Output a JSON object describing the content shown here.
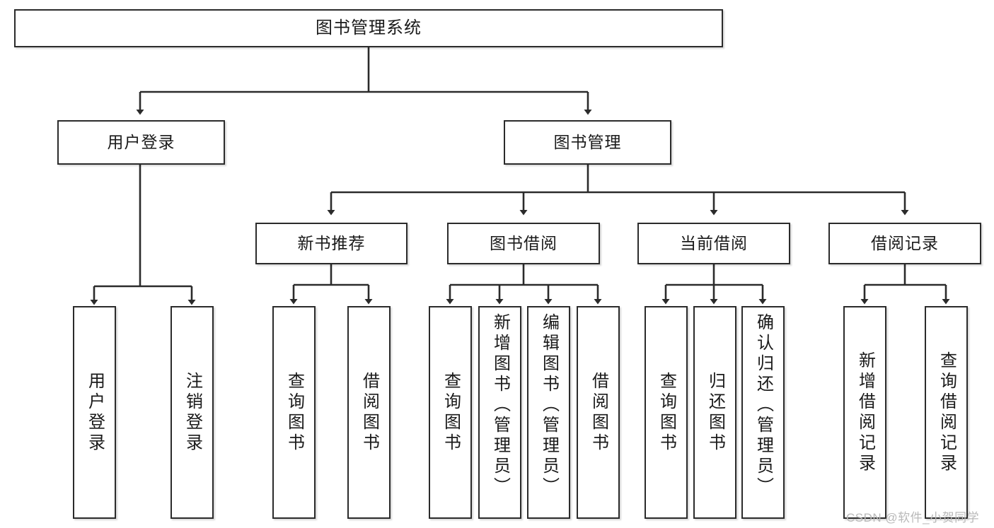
{
  "diagram": {
    "title": "图书管理系统",
    "type": "tree-hierarchy-diagram",
    "colors": {
      "box_border": "#2b2b2b",
      "box_fill": "#ffffff",
      "line": "#2b2b2b",
      "text": "#1a1a1a",
      "watermark": "#b9b9b9"
    },
    "nodes": {
      "root": {
        "label": "图书管理系统"
      },
      "level2": [
        {
          "id": "user-login",
          "label": "用户登录"
        },
        {
          "id": "book-management",
          "label": "图书管理"
        }
      ],
      "level3": [
        {
          "id": "new-book-recommend",
          "label": "新书推荐"
        },
        {
          "id": "book-borrow",
          "label": "图书借阅"
        },
        {
          "id": "current-borrow",
          "label": "当前借阅"
        },
        {
          "id": "borrow-record",
          "label": "借阅记录"
        }
      ],
      "leaves": {
        "user-login": [
          {
            "id": "leaf-user-login",
            "label": "用户登录"
          },
          {
            "id": "leaf-logout-login",
            "label": "注销登录"
          }
        ],
        "new-book-recommend": [
          {
            "id": "leaf-query-book-1",
            "label": "查询图书"
          },
          {
            "id": "leaf-borrow-book-1",
            "label": "借阅图书"
          }
        ],
        "book-borrow": [
          {
            "id": "leaf-query-book-2",
            "label": "查询图书"
          },
          {
            "id": "leaf-add-book",
            "label": "新增图书（管理员）"
          },
          {
            "id": "leaf-edit-book",
            "label": "编辑图书（管理员）"
          },
          {
            "id": "leaf-borrow-book-2",
            "label": "借阅图书"
          }
        ],
        "current-borrow": [
          {
            "id": "leaf-query-book-3",
            "label": "查询图书"
          },
          {
            "id": "leaf-return-book",
            "label": "归还图书"
          },
          {
            "id": "leaf-confirm-return",
            "label": "确认归还（管理员）"
          }
        ],
        "borrow-record": [
          {
            "id": "leaf-add-borrow-record",
            "label": "新增借阅记录"
          },
          {
            "id": "leaf-query-borrow-record",
            "label": "查询借阅记录"
          }
        ]
      }
    },
    "watermark": "CSDN @软件_小贺同学"
  }
}
